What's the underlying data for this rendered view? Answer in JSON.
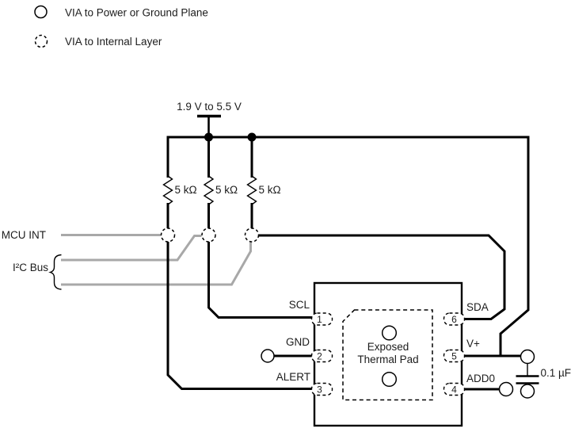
{
  "legend": {
    "items": [
      {
        "symbol": "solid-circle",
        "label": "VIA to Power or Ground Plane"
      },
      {
        "symbol": "dashed-circle",
        "label": "VIA to Internal Layer"
      }
    ]
  },
  "power": {
    "label": "1.9 V to 5.5 V"
  },
  "pullups": {
    "r1": "5 kΩ",
    "r2": "5 kΩ",
    "r3": "5 kΩ"
  },
  "signals": {
    "mcu_int": "MCU INT",
    "i2c_bus": "I²C Bus"
  },
  "chip": {
    "pins": {
      "scl": {
        "number": "1",
        "label": "SCL"
      },
      "gnd": {
        "number": "2",
        "label": "GND"
      },
      "alert": {
        "number": "3",
        "label": "ALERT"
      },
      "sda": {
        "number": "6",
        "label": "SDA"
      },
      "vplus": {
        "number": "5",
        "label": "V+"
      },
      "add0": {
        "number": "4",
        "label": "ADD0"
      }
    },
    "thermal_pad": {
      "line1": "Exposed",
      "line2": "Thermal Pad"
    }
  },
  "capacitor": {
    "label": "0.1 µF"
  },
  "colors": {
    "trace": "#000000",
    "bus_trace": "#a8a8a8"
  }
}
